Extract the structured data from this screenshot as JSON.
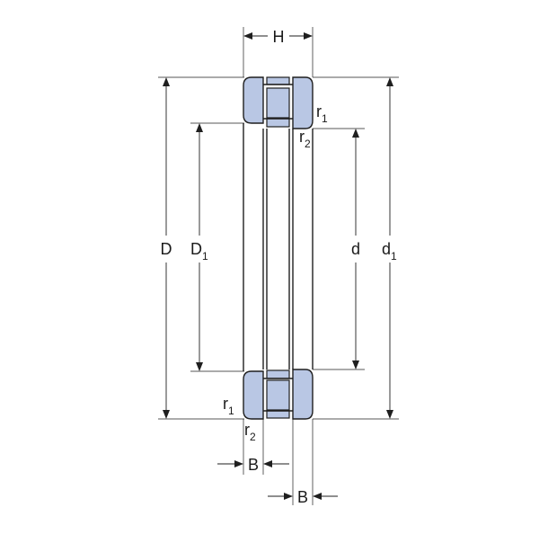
{
  "drawing": {
    "colors": {
      "component_fill": "#b9c7e4",
      "line": "#1f1f1f",
      "background": "#ffffff"
    },
    "labels": {
      "H": "H",
      "D": "D",
      "D1_main": "D",
      "D1_sub": "1",
      "d": "d",
      "d1_main": "d",
      "d1_sub": "1",
      "r1_top_main": "r",
      "r1_top_sub": "1",
      "r2_top_main": "r",
      "r2_top_sub": "2",
      "r1_bottom_main": "r",
      "r1_bottom_sub": "1",
      "r2_bottom_main": "r",
      "r2_bottom_sub": "2",
      "B_left": "B",
      "B_right": "B"
    }
  }
}
